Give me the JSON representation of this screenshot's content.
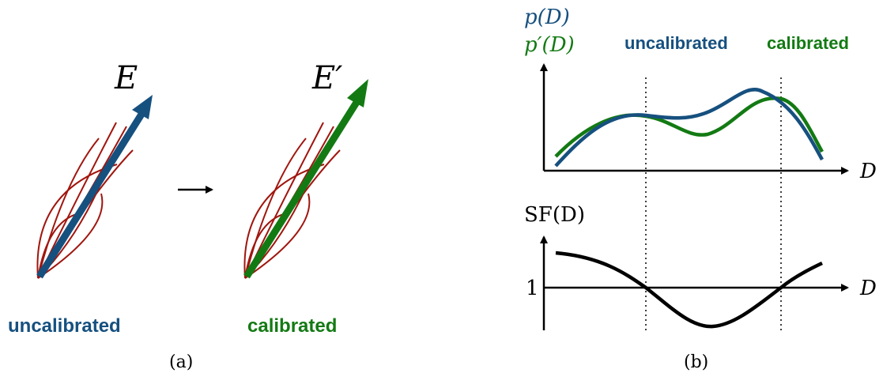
{
  "colors": {
    "blue": "#16507f",
    "green": "#137a13",
    "red": "#a0160f",
    "black": "#000000"
  },
  "panel_a": {
    "vector_label_left": "E",
    "vector_label_right": "E′",
    "caption_left": "uncalibrated",
    "caption_right": "calibrated",
    "sublabel": "(a)"
  },
  "panel_b": {
    "top": {
      "ylabel_blue": "p(D)",
      "ylabel_green": "p′(D)",
      "xlabel": "D",
      "marker_left": "uncalibrated",
      "marker_right": "calibrated"
    },
    "bottom": {
      "ylabel": "SF(D)",
      "y_tick": "1",
      "xlabel": "D"
    },
    "sublabel": "(b)"
  }
}
